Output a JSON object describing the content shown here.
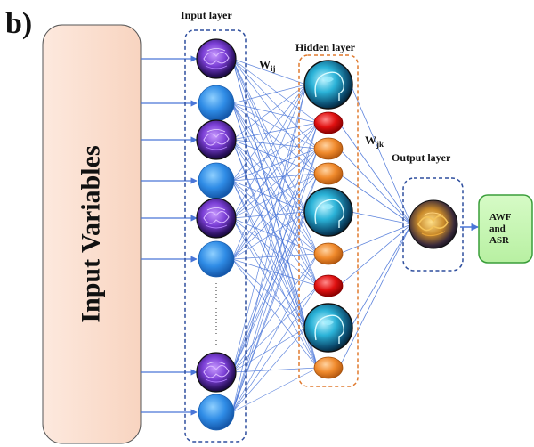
{
  "panel_tag": "b)",
  "input_variables": "Input Variables",
  "layers": {
    "input": "Input layer",
    "hidden": "Hidden layer",
    "output": "Output layer"
  },
  "weights": {
    "wij_base": "W",
    "wij_sub": "ij",
    "wjk_base": "W",
    "wjk_sub": "jk"
  },
  "output_box": "AWF\nand\nASR",
  "colors": {
    "input_box_fill": "#fbe0d2",
    "output_box_fill": "#c6f5b4",
    "output_box_stroke": "#3a9e3a",
    "input_frame": "#2f4f9e",
    "hidden_frame": "#e07a2e",
    "connection": "#4a76d8",
    "blue_node": "#2f8ce6",
    "orange_node": "#f08a2c",
    "red_node": "#e01010"
  },
  "icons": {
    "input_brain": "purple-brain-icon",
    "hidden_brain": "blue-head-brain-icon",
    "output_brain": "golden-brain-icon"
  }
}
